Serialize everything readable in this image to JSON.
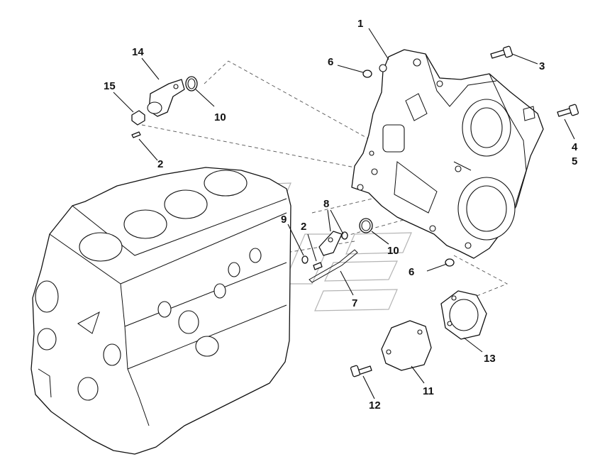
{
  "diagram": {
    "callouts": [
      {
        "id": "c1",
        "text": "1"
      },
      {
        "id": "c14",
        "text": "14"
      },
      {
        "id": "c6a",
        "text": "6"
      },
      {
        "id": "c3",
        "text": "3"
      },
      {
        "id": "c15",
        "text": "15"
      },
      {
        "id": "c10a",
        "text": "10"
      },
      {
        "id": "c4",
        "text": "4"
      },
      {
        "id": "c5",
        "text": "5"
      },
      {
        "id": "c2a",
        "text": "2"
      },
      {
        "id": "c8",
        "text": "8"
      },
      {
        "id": "c9",
        "text": "9"
      },
      {
        "id": "c2b",
        "text": "2"
      },
      {
        "id": "c10b",
        "text": "10"
      },
      {
        "id": "c6b",
        "text": "6"
      },
      {
        "id": "c7",
        "text": "7"
      },
      {
        "id": "c13",
        "text": "13"
      },
      {
        "id": "c11",
        "text": "11"
      },
      {
        "id": "c12",
        "text": "12"
      }
    ]
  }
}
